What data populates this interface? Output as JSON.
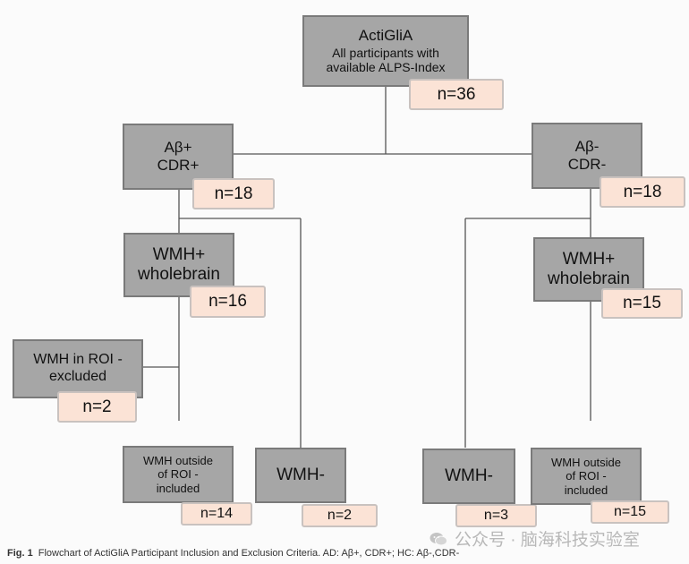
{
  "nodes": {
    "root": {
      "lines": [
        "ActiGliA",
        "All participants with",
        "available ALPS-Index"
      ],
      "n": "n=36"
    },
    "ab_pos": {
      "lines": [
        "Aβ+",
        "CDR+"
      ],
      "n": "n=18"
    },
    "ab_neg": {
      "lines": [
        "Aβ-",
        "CDR-"
      ],
      "n": "n=18"
    },
    "wmh_pos_left": {
      "lines": [
        "WMH+",
        "wholebrain"
      ],
      "n": "n=16"
    },
    "wmh_pos_right": {
      "lines": [
        "WMH+",
        "wholebrain"
      ],
      "n": "n=15"
    },
    "wmh_roi_excluded": {
      "lines": [
        "WMH in ROI -",
        "excluded"
      ],
      "n": "n=2"
    },
    "wmh_outside_left": {
      "lines": [
        "WMH outside",
        "of ROI -",
        "included"
      ],
      "n": "n=14"
    },
    "wmh_neg_left": {
      "lines": [
        "WMH-"
      ],
      "n": "n=2"
    },
    "wmh_neg_right": {
      "lines": [
        "WMH-"
      ],
      "n": "n=3"
    },
    "wmh_outside_right": {
      "lines": [
        "WMH outside",
        "of ROI -",
        "included"
      ],
      "n": "n=15"
    }
  },
  "caption": {
    "label": "Fig. 1",
    "text": "Flowchart of ActiGliA Participant Inclusion and Exclusion Criteria. AD: Aβ+, CDR+; HC: Aβ-,CDR-"
  },
  "watermark": {
    "text": "公众号 · 脑海科技实验室"
  },
  "colors": {
    "gray_box": "#a6a6a6",
    "count_box": "#fbe3d6",
    "line": "#555555"
  }
}
